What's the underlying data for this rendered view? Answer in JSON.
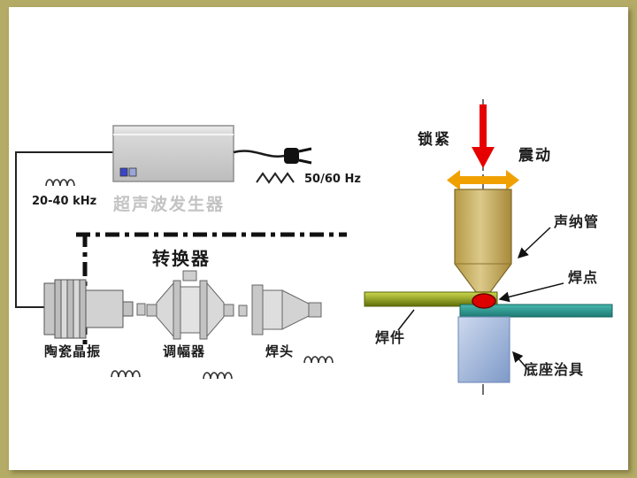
{
  "colors": {
    "border": "#b3ab66",
    "canvas": "#ffffff",
    "arrow_red": "#e60000",
    "arrow_orange": "#f0a000",
    "sonotrode_tan": "#c9b465",
    "plate_upper_green": "#8f9d1e",
    "plate_lower_teal": "#2f9e96",
    "base_blue": "#9db4d8",
    "weld_spot_red": "#dd0000",
    "generator_gray": "#cccccc"
  },
  "left_panel": {
    "freq_left": "20-40 kHz",
    "freq_right": "50/60 Hz",
    "generator_label": "超声波发生器",
    "converter_label": "转换器",
    "components": [
      {
        "label": "陶瓷晶振"
      },
      {
        "label": "调幅器"
      },
      {
        "label": "焊头"
      }
    ]
  },
  "right_panel": {
    "lock": "锁紧",
    "vibration": "震动",
    "sonotrode": "声纳管",
    "weld_spot": "焊点",
    "workpiece": "焊件",
    "base_fixture": "底座治具"
  }
}
